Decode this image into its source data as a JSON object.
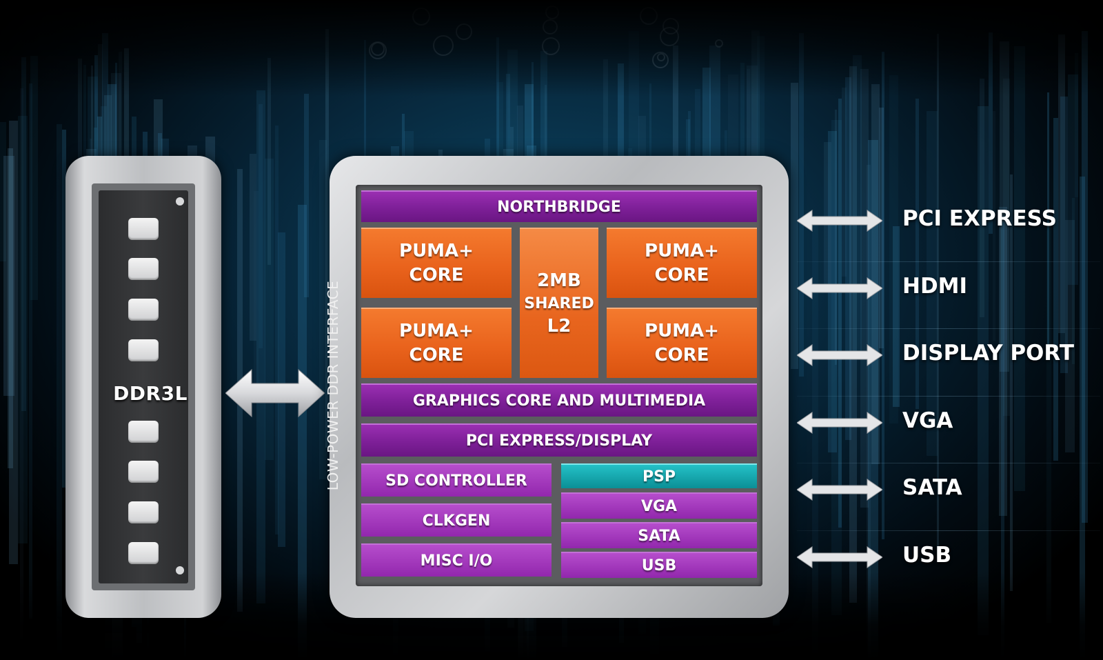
{
  "memory": {
    "label": "DDR3L"
  },
  "apu": {
    "interface_label": "LOW-POWER DDR INTERFACE",
    "northbridge": "NORTHBRIDGE",
    "cores": [
      {
        "line1": "PUMA+",
        "line2": "CORE"
      },
      {
        "line1": "PUMA+",
        "line2": "CORE"
      },
      {
        "line1": "PUMA+",
        "line2": "CORE"
      },
      {
        "line1": "PUMA+",
        "line2": "CORE"
      }
    ],
    "cache": {
      "line1": "2MB",
      "line2": "SHARED",
      "line3": "L2"
    },
    "graphics": "GRAPHICS CORE AND MULTIMEDIA",
    "pcie_display": "PCI EXPRESS/DISPLAY",
    "left_blocks": [
      "SD CONTROLLER",
      "CLKGEN",
      "MISC I/O"
    ],
    "right_blocks": [
      "PSP",
      "VGA",
      "SATA",
      "USB"
    ]
  },
  "ports": [
    "PCI EXPRESS",
    "HDMI",
    "DISPLAY PORT",
    "VGA",
    "SATA",
    "USB"
  ],
  "colors": {
    "purple": "#7d1f97",
    "orange": "#e8611b",
    "teal": "#14a8ae",
    "frame_silver": "#c4c6c9"
  }
}
